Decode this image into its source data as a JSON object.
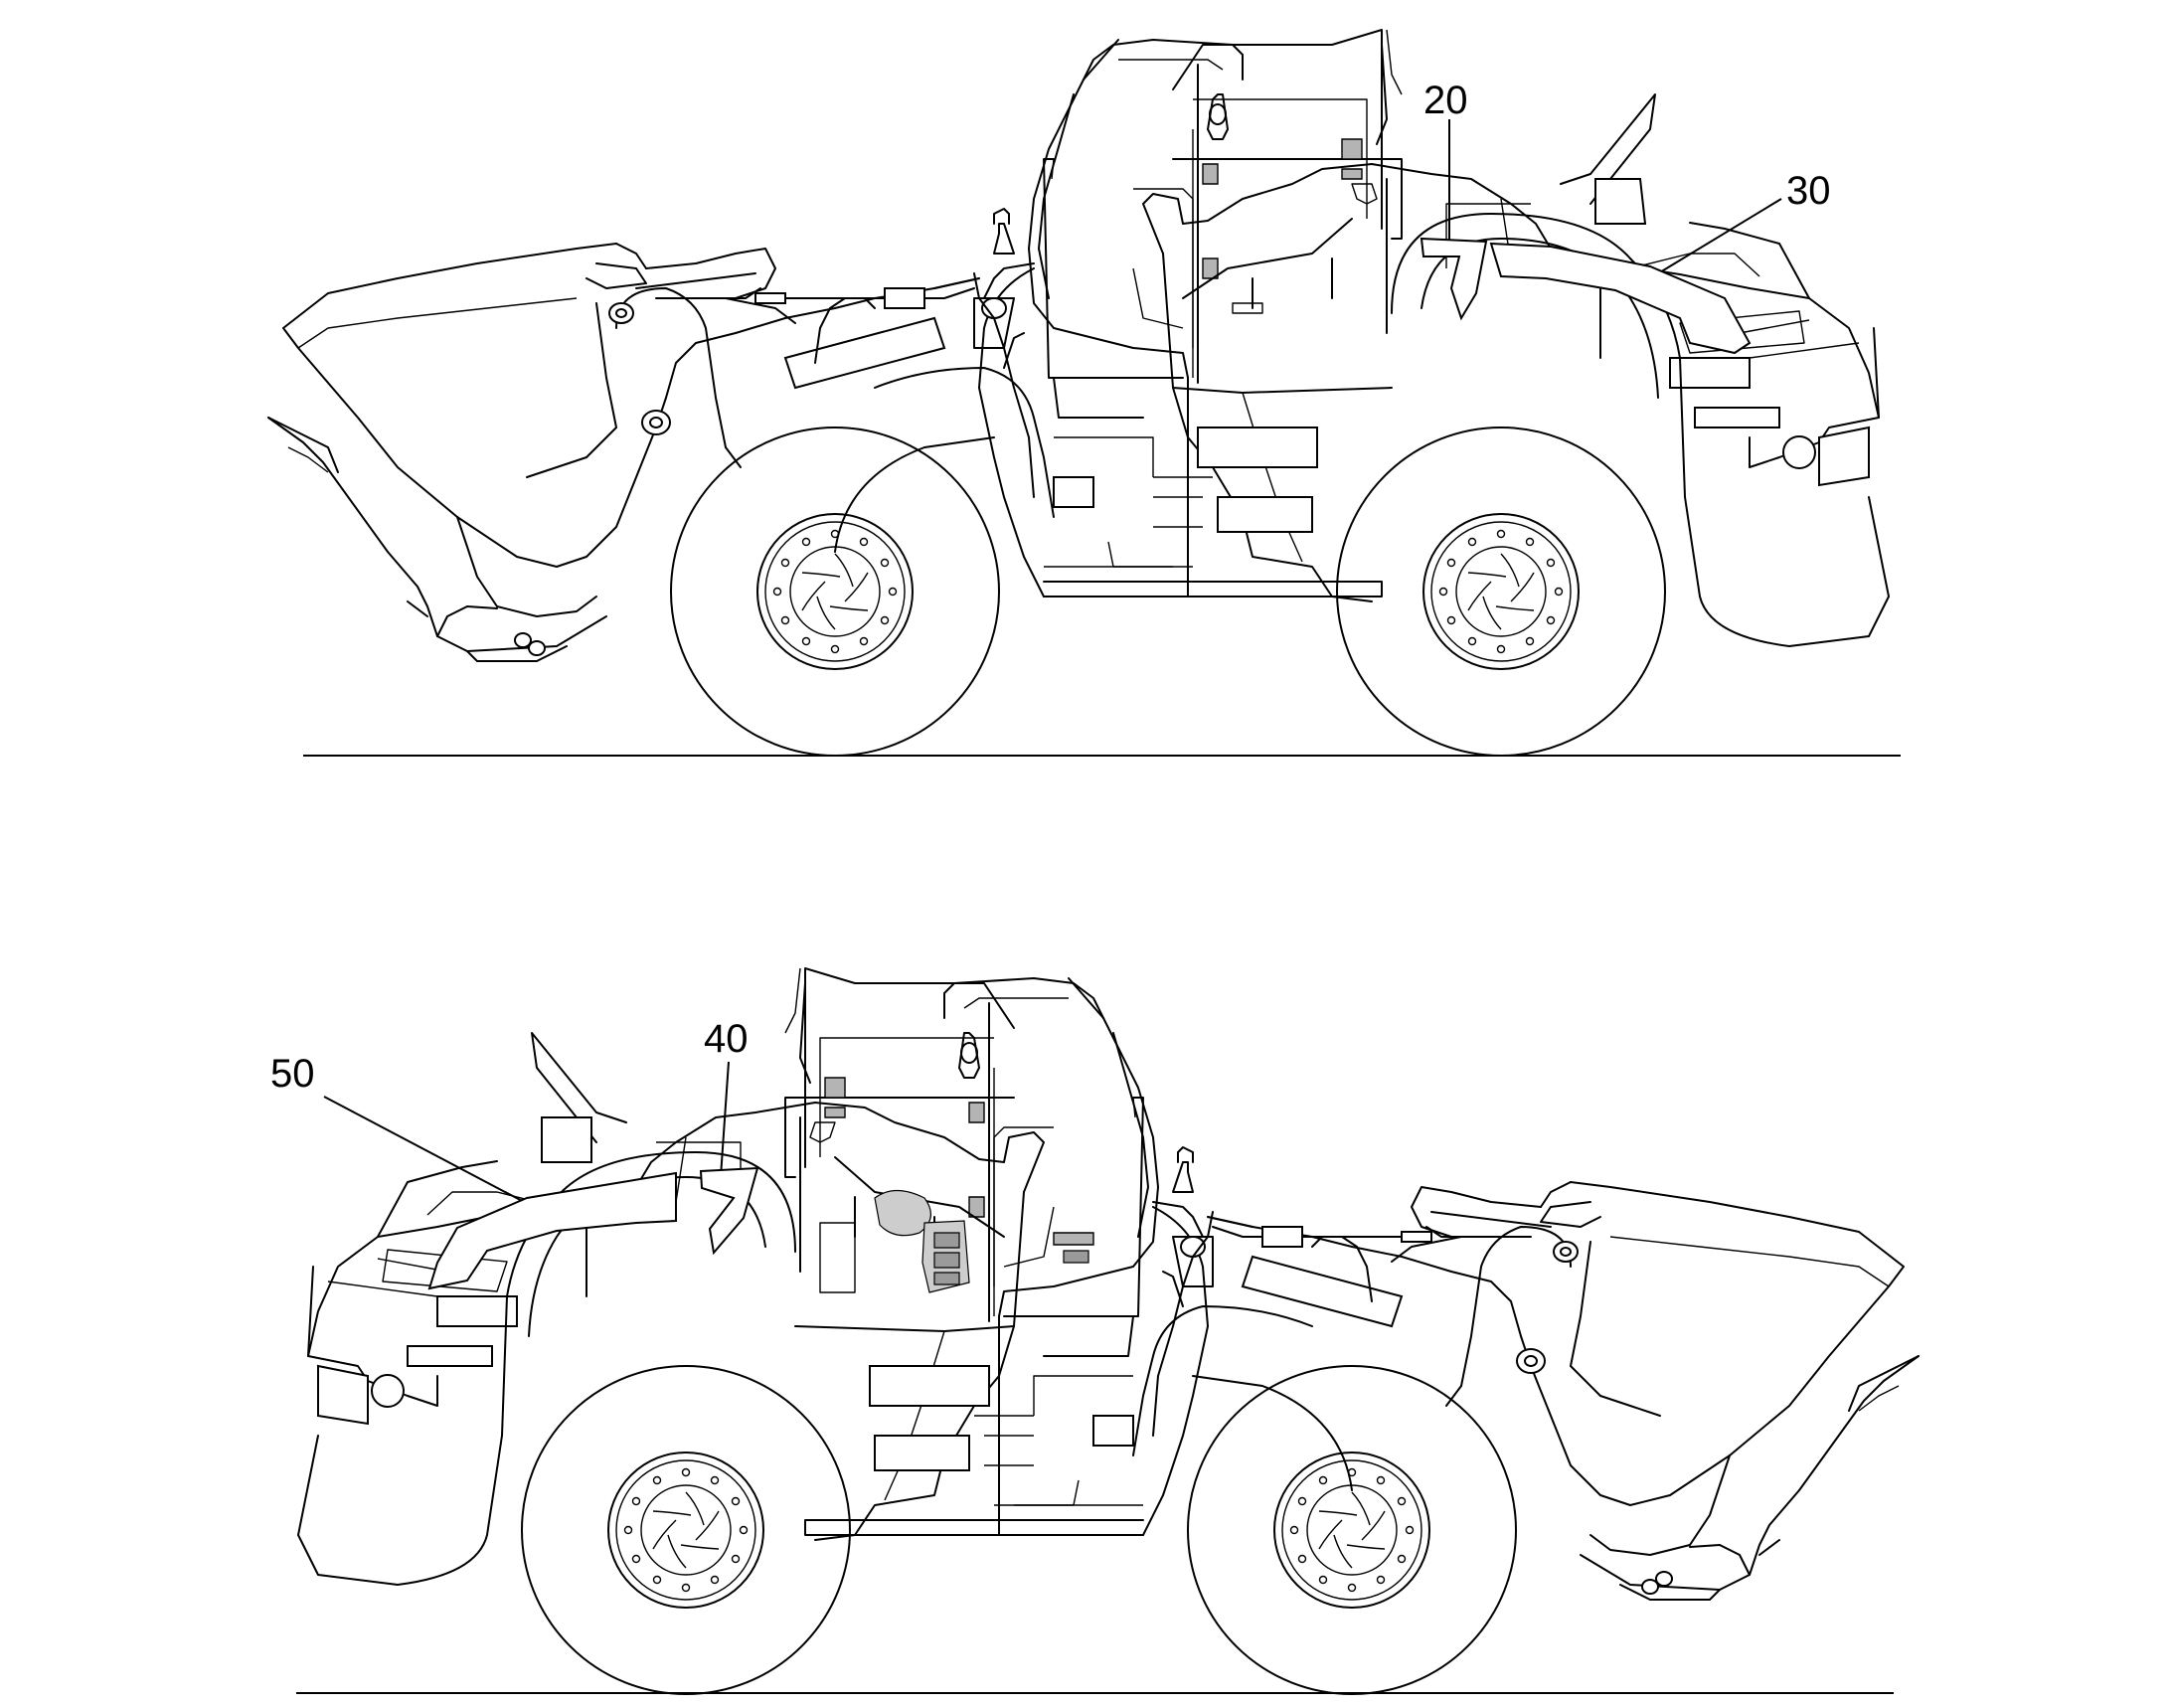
{
  "callouts": {
    "top_view": [
      {
        "id": "c20",
        "label": "20"
      },
      {
        "id": "c30",
        "label": "30"
      }
    ],
    "bottom_view": [
      {
        "id": "c40",
        "label": "40"
      },
      {
        "id": "c50",
        "label": "50"
      }
    ]
  },
  "colors": {
    "line": "#000000",
    "background": "#ffffff",
    "label_shade": "#b4b4b4"
  }
}
